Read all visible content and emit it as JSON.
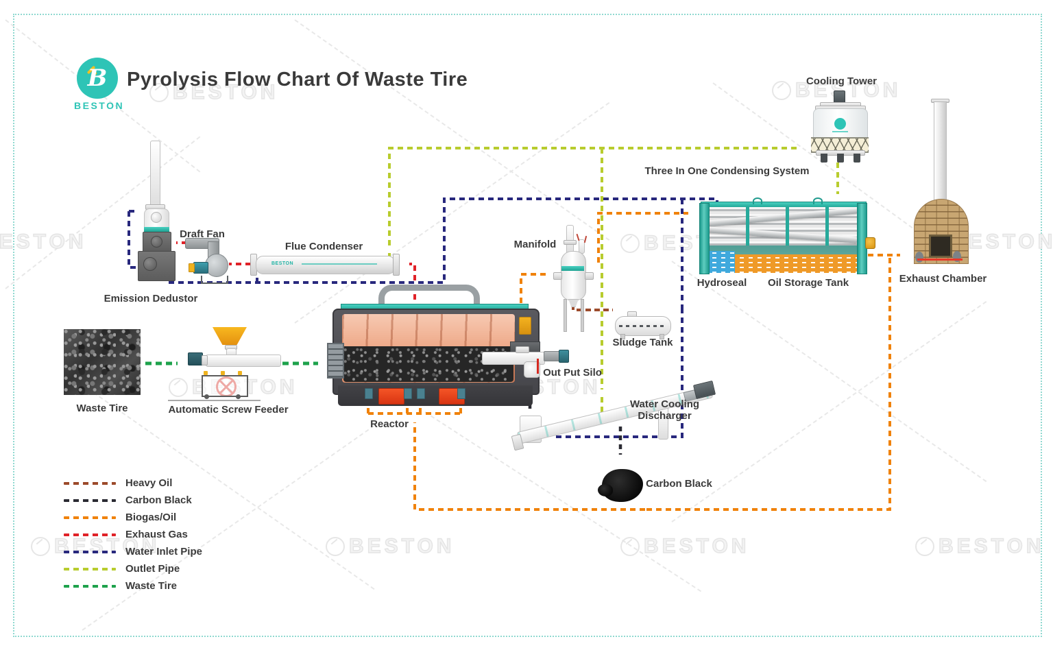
{
  "title": "Pyrolysis Flow Chart Of Waste Tire",
  "brand": {
    "name": "BESTON"
  },
  "watermark": {
    "text": "BESTON"
  },
  "colors": {
    "brand_teal": "#2ec4b6",
    "heavy_oil": "#9c4a2b",
    "carbon_black": "#2b2b33",
    "biogas_oil": "#f0820a",
    "exhaust_gas": "#e02228",
    "water_inlet": "#28287d",
    "outlet": "#b8cc2e",
    "waste_tire": "#1ea24c"
  },
  "labels": {
    "emission_dedustor": "Emission Dedustor",
    "draft_fan": "Draft Fan",
    "flue_condenser": "Flue Condenser",
    "waste_tire": "Waste Tire",
    "screw_feeder": "Automatic Screw Feeder",
    "reactor": "Reactor",
    "out_put_silo": "Out Put Silo",
    "manifold": "Manifold",
    "sludge_tank": "Sludge Tank",
    "water_cooling_discharger": "Water Cooling Discharger",
    "carbon_black": "Carbon Black",
    "condensing_system": "Three In One Condensing System",
    "hydroseal": "Hydroseal",
    "oil_storage_tank": "Oil Storage Tank",
    "cooling_tower": "Cooling Tower",
    "exhaust_chamber": "Exhaust Chamber"
  },
  "equipment_markings": {
    "flue_condenser": "BESTON"
  },
  "legend": {
    "items": [
      {
        "label": "Heavy Oil",
        "color": "#9c4a2b"
      },
      {
        "label": "Carbon Black",
        "color": "#2b2b33"
      },
      {
        "label": "Biogas/Oil",
        "color": "#f0820a"
      },
      {
        "label": "Exhaust Gas",
        "color": "#e02228"
      },
      {
        "label": "Water Inlet Pipe",
        "color": "#28287d"
      },
      {
        "label": "Outlet Pipe",
        "color": "#b8cc2e"
      },
      {
        "label": "Waste Tire",
        "color": "#1ea24c"
      }
    ]
  }
}
